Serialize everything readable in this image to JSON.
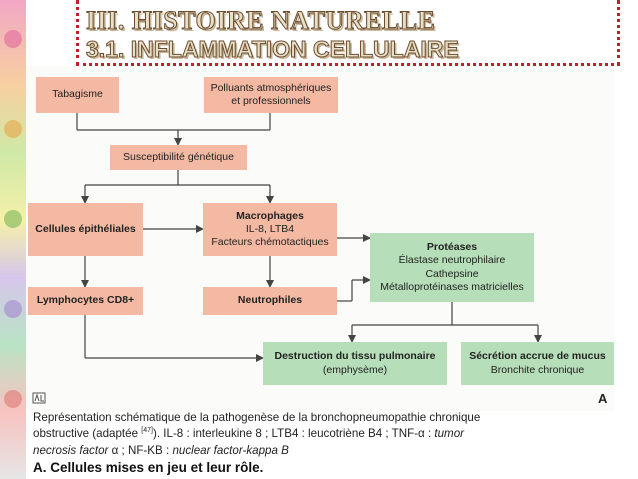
{
  "header": {
    "title": "III. HISTOIRE NATURELLE",
    "subtitle": "3.1. INFLAMMATION CELLULAIRE"
  },
  "diagram": {
    "nodes": {
      "tabagisme": "Tabagisme",
      "polluants": [
        "Polluants atmosphériques",
        "et professionnels"
      ],
      "susceptibilite": "Susceptibilité génétique",
      "epitheliales": "Cellules épithéliales",
      "macrophages": [
        "Macrophages",
        "IL-8, LTB4",
        "Facteurs chémotactiques"
      ],
      "lymphocytes": "Lymphocytes CD8+",
      "neutrophiles": "Neutrophiles",
      "proteases": [
        "Protéases",
        "Élastase neutrophilaire",
        "Cathepsine",
        "Métalloprotéinases matricielles"
      ],
      "destruction": [
        "Destruction du tissu pulmonaire",
        "(emphysème)"
      ],
      "secretion": [
        "Sécrétion accrue de mucus",
        "Bronchite chronique"
      ]
    },
    "panel_letter": "A"
  },
  "caption": {
    "line1": "Représentation schématique de la pathogenèse de la bronchopneumopathie chronique",
    "line2_a": "obstructive (adaptée ",
    "ref": "[47]",
    "line2_b": "). IL-8 : interleukine 8 ; LTB4 : leucotriène B4 ; TNF-α : ",
    "line2_c": "tumor",
    "line3_a": "necrosis factor",
    "line3_b": " α ; NF-KB : ",
    "line3_c": "nuclear factor-kappa B"
  },
  "section_label": "A. Cellules mises en jeu et leur rôle.",
  "colors": {
    "peach": "#f4b9a3",
    "green": "#b6deb8",
    "title_border": "#c0202a",
    "connector": "#444444"
  }
}
